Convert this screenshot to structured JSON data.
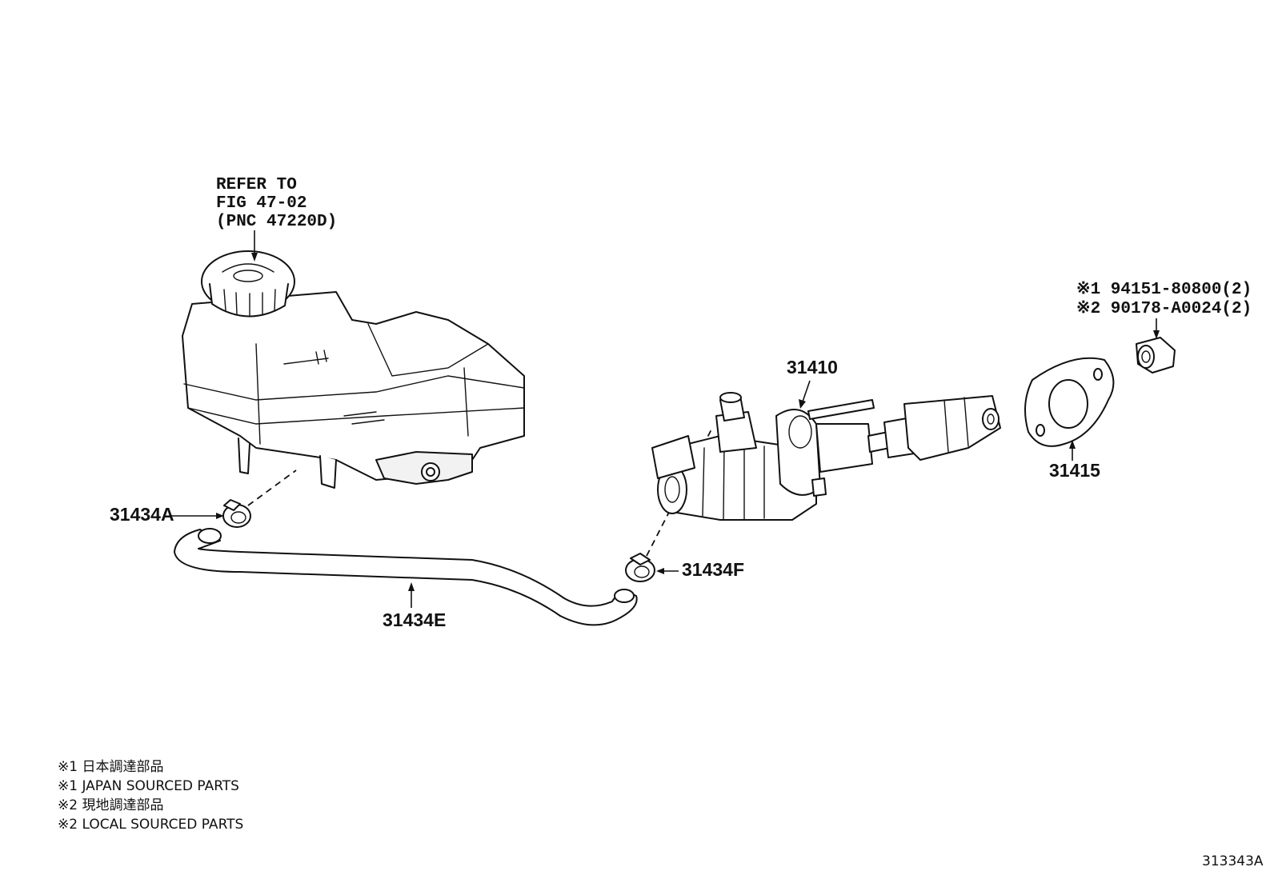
{
  "reference_note": {
    "line1": "REFER TO",
    "line2": "FIG 47-02",
    "line3": "(PNC 47220D)"
  },
  "callouts": {
    "p31410": "31410",
    "p31415": "31415",
    "p31434A": "31434A",
    "p31434E": "31434E",
    "p31434F": "31434F",
    "bolt_line1": "※1 94151-80800(2)",
    "bolt_line2": "※2 90178-A0024(2)"
  },
  "legend": [
    "※1 日本調達部品",
    "※1 JAPAN SOURCED PARTS",
    "※2 現地調達部品",
    "※2 LOCAL SOURCED PARTS"
  ],
  "figure_id": "313343A"
}
